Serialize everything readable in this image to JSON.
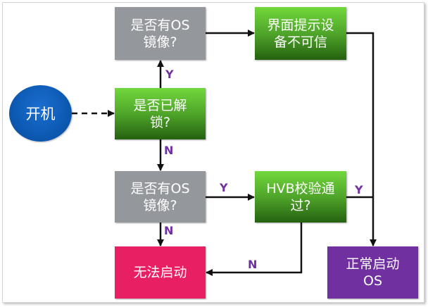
{
  "nodes": {
    "start": {
      "label": "开机",
      "color": "#0d5bb5"
    },
    "unlocked_check": {
      "line1": "是否已解",
      "line2": "锁?",
      "color": "#4fa52a"
    },
    "os_image_check_top": {
      "line1": "是否有OS",
      "line2": "镜像?",
      "color": "#94979c"
    },
    "untrusted_warning": {
      "line1": "界面提示设",
      "line2": "备不可信",
      "color": "#4fa52a"
    },
    "os_image_check_bottom": {
      "line1": "是否有OS",
      "line2": "镜像?",
      "color": "#94979c"
    },
    "hvb_check": {
      "line1": "HVB校验通",
      "line2": "过?",
      "color": "#4fa52a"
    },
    "boot_fail": {
      "label": "无法启动",
      "color": "#e81f63"
    },
    "boot_ok": {
      "line1": "正常启动",
      "line2": "OS",
      "color": "#7030a0"
    }
  },
  "edge_labels": {
    "unlocked_yes": "Y",
    "unlocked_no": "N",
    "os_bottom_yes": "Y",
    "os_bottom_no": "N",
    "hvb_yes": "Y",
    "hvb_no": "N"
  },
  "colors": {
    "edge": "#111111",
    "edge_label": "#7030a0"
  }
}
